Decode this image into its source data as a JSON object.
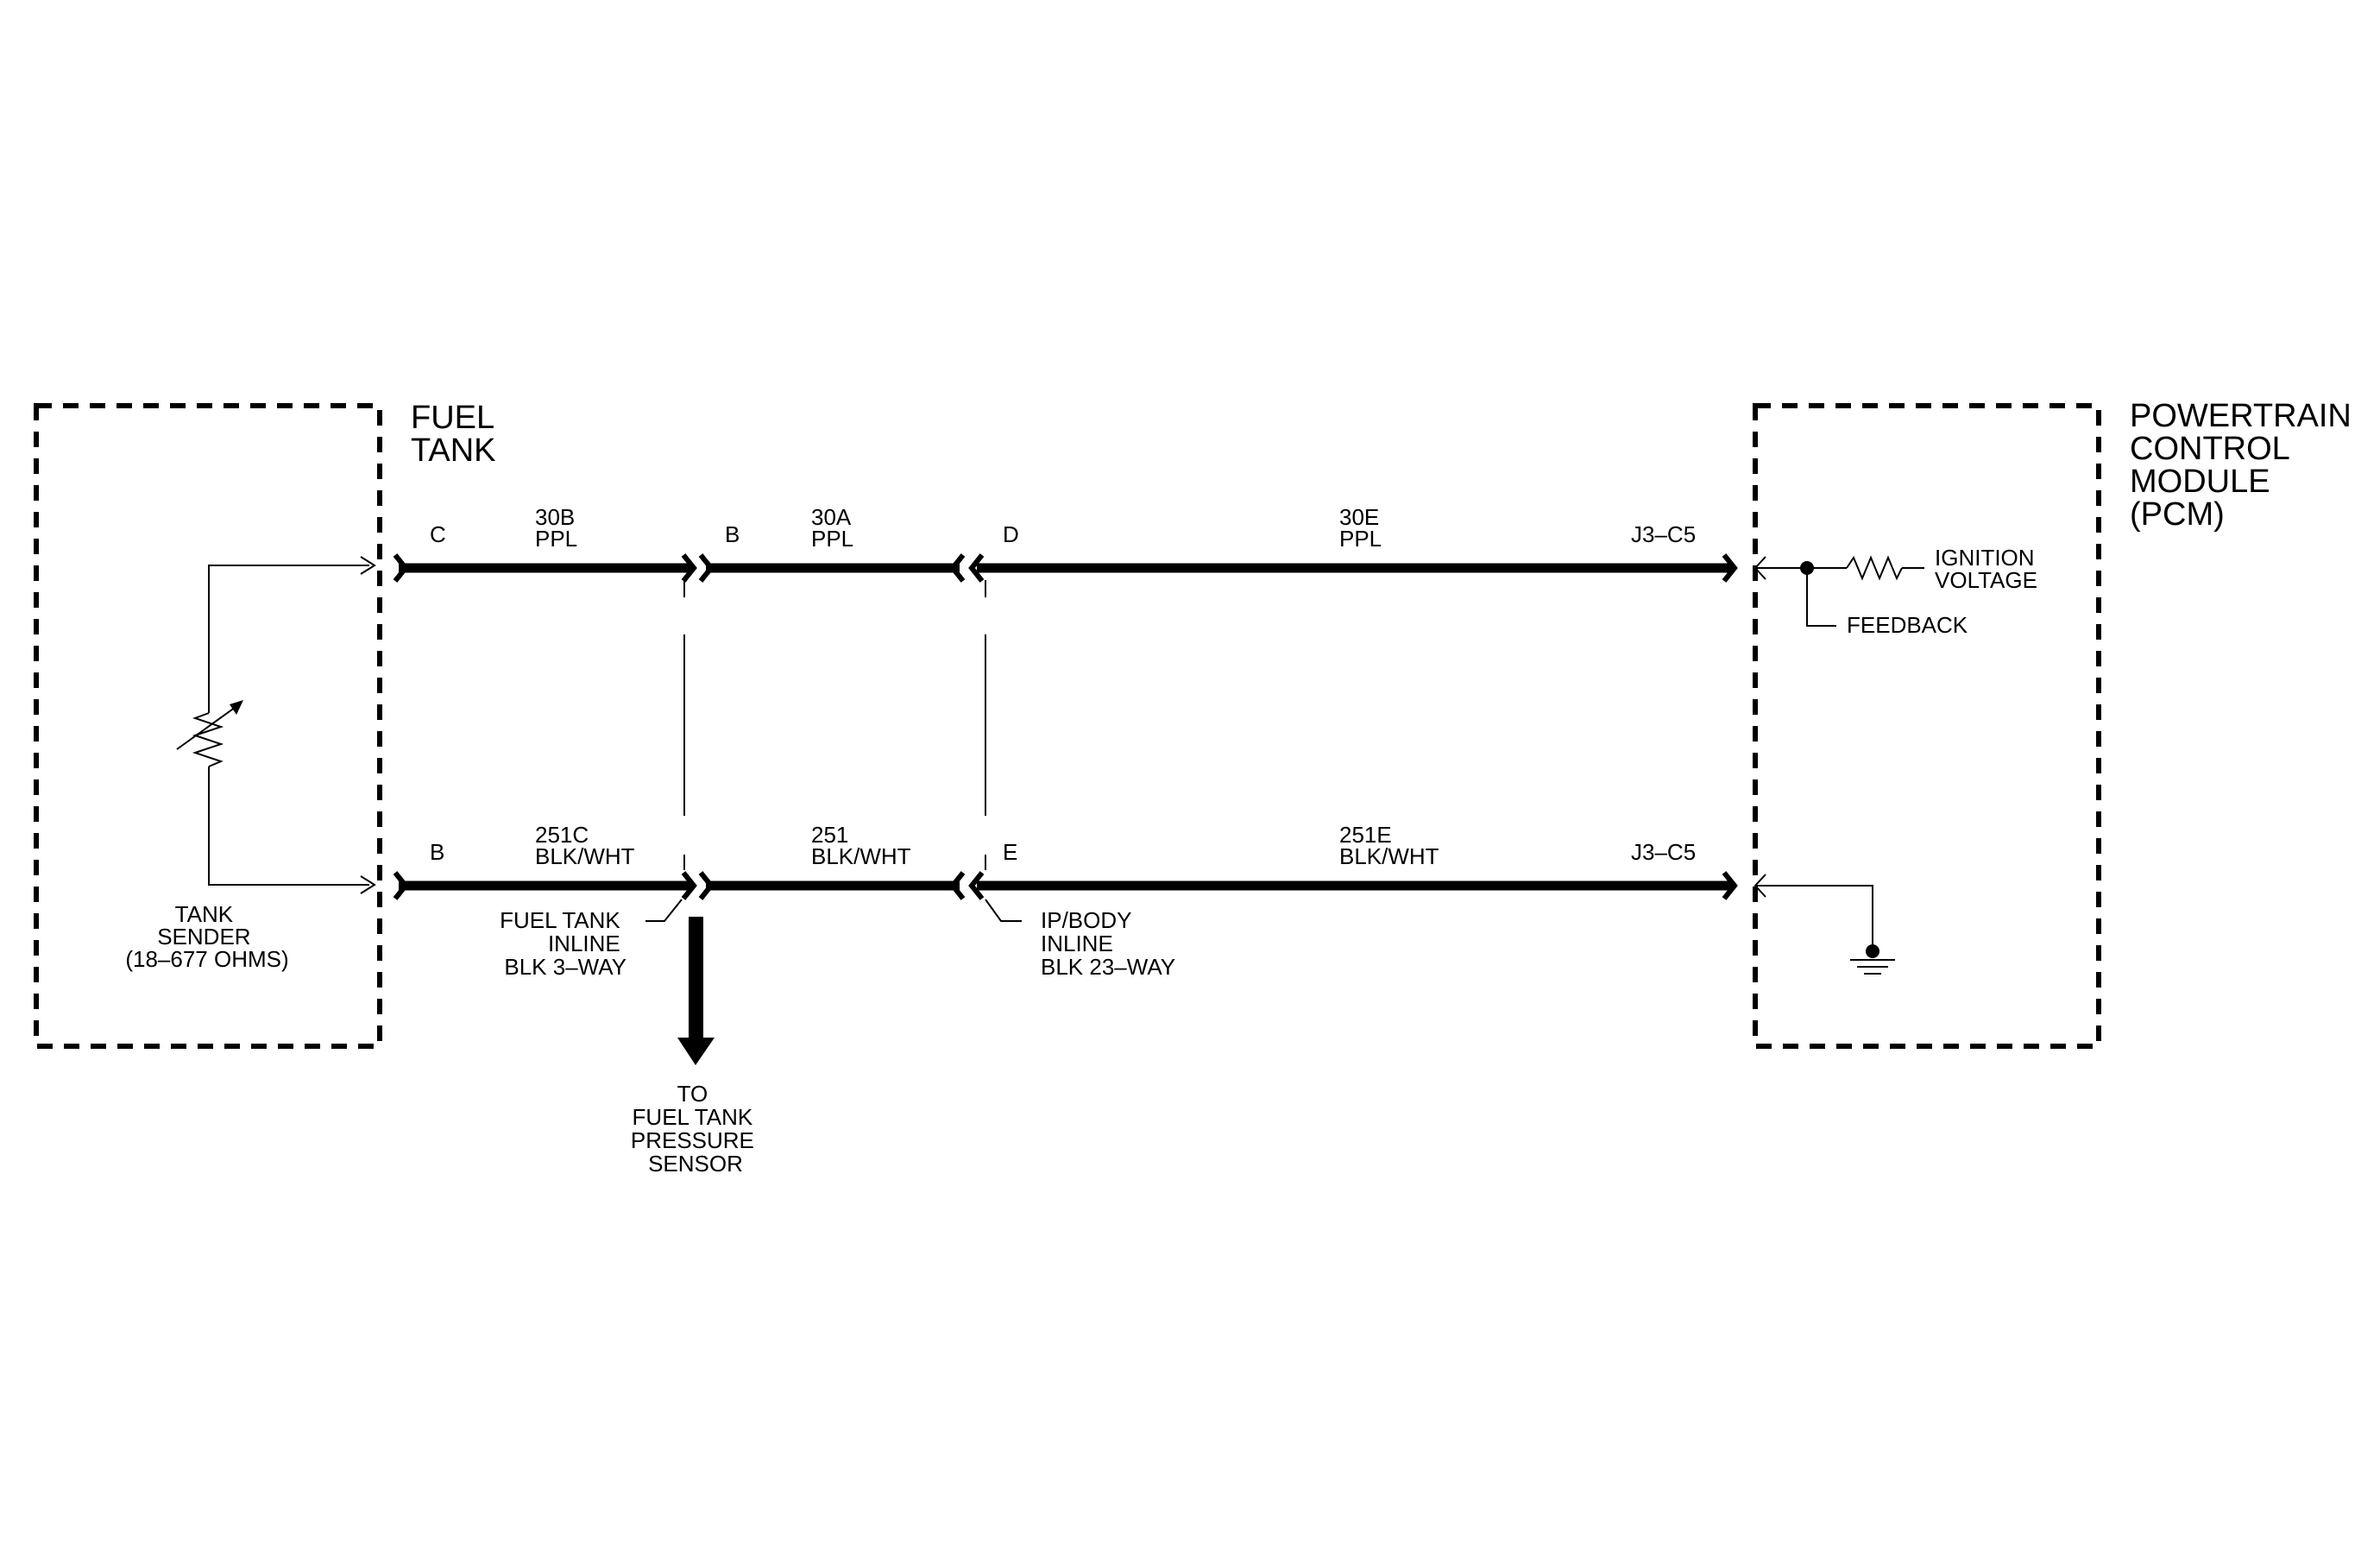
{
  "components": {
    "fuel_tank_title": [
      "FUEL",
      "TANK"
    ],
    "pcm_title": [
      "POWERTRAIN",
      "CONTROL",
      "MODULE",
      "(PCM)"
    ],
    "tank_sender": [
      "TANK",
      "SENDER",
      "(18–677 OHMS)"
    ]
  },
  "wires": {
    "top": {
      "seg1": {
        "pin": "C",
        "circuit": "30B",
        "color": "PPL"
      },
      "seg2": {
        "pin": "B",
        "circuit": "30A",
        "color": "PPL"
      },
      "seg3": {
        "pin": "D",
        "circuit": "30E",
        "color": "PPL"
      },
      "pcm_pin": "J3–C5"
    },
    "bottom": {
      "seg1": {
        "pin": "B",
        "circuit": "251C",
        "color": "BLK/WHT"
      },
      "seg2": {
        "circuit": "251",
        "color": "BLK/WHT"
      },
      "seg3": {
        "pin": "E",
        "circuit": "251E",
        "color": "BLK/WHT"
      },
      "pcm_pin": "J3–C5"
    }
  },
  "connectors": {
    "fuel_tank_inline": [
      "FUEL TANK",
      "INLINE",
      "BLK  3–WAY"
    ],
    "ip_body_inline": [
      "IP/BODY",
      "INLINE",
      "BLK  23–WAY"
    ]
  },
  "pcm_internal": {
    "ignition_voltage": [
      "IGNITION",
      "VOLTAGE"
    ],
    "feedback": "FEEDBACK"
  },
  "branch": [
    "TO",
    "FUEL TANK",
    "PRESSURE",
    "SENSOR"
  ]
}
